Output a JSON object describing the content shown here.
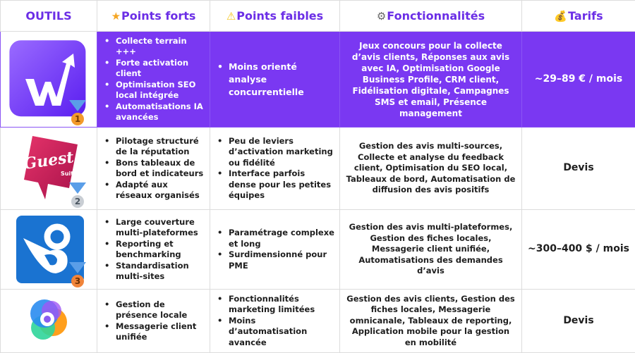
{
  "header": {
    "tools": "OUTILS",
    "strengths": "Points forts",
    "weaknesses": "Points faibles",
    "features": "Fonctionnalités",
    "pricing": "Tarifs",
    "icons": {
      "strengths": "star-icon",
      "weaknesses": "warning-icon",
      "features": "gear-icon",
      "pricing": "money-bag-icon"
    }
  },
  "accent": "#7a38f2",
  "rows": [
    {
      "logo": "wizville-logo",
      "rank": "1",
      "strengths": [
        "Collecte terrain +++",
        "Forte activation client",
        "Optimisation SEO local intégrée",
        "Automatisations IA avancées"
      ],
      "weaknesses": [
        "Moins orienté analyse concurrentielle"
      ],
      "features": "Jeux concours pour la collecte d’avis clients, Réponses aux avis avec IA, Optimisation Google Business Profile, CRM client, Fidélisation digitale, Campagnes SMS et email, Présence management",
      "price": "~29–89 € / mois"
    },
    {
      "logo": "guest-suite-logo",
      "logo_text": "Guest",
      "logo_sub": "Suite",
      "rank": "2",
      "strengths": [
        "Pilotage structuré de la réputation",
        "Bons tableaux de bord et indicateurs",
        "Adapté aux réseaux organisés"
      ],
      "weaknesses": [
        "Peu de leviers d’activation marketing ou fidélité",
        "Interface parfois dense pour les petites équipes"
      ],
      "features": "Gestion des avis multi-sources, Collecte et analyse du feedback client, Optimisation du SEO local, Tableaux de bord, Automatisation de diffusion des avis positifs",
      "price": "Devis"
    },
    {
      "logo": "birdeye-logo",
      "rank": "3",
      "strengths": [
        "Large couverture multi-plateformes",
        "Reporting et benchmarking",
        "Standardisation multi-sites"
      ],
      "weaknesses": [
        "Paramétrage complexe et long",
        "Surdimensionné pour PME"
      ],
      "features": "Gestion des avis multi-plateformes, Gestion des fiches locales, Messagerie client unifiée, Automatisations des demandes d’avis",
      "price": "~300–400 $ / mois"
    },
    {
      "logo": "partoo-logo",
      "strengths": [
        "Gestion de présence locale",
        "Messagerie client unifiée"
      ],
      "weaknesses": [
        "Fonctionnalités marketing limitées",
        "Moins d’automatisation avancée"
      ],
      "features": "Gestion des avis clients, Gestion des fiches locales, Messagerie omnicanale, Tableaux de reporting, Application mobile pour la gestion en mobilité",
      "price": "Devis"
    }
  ]
}
